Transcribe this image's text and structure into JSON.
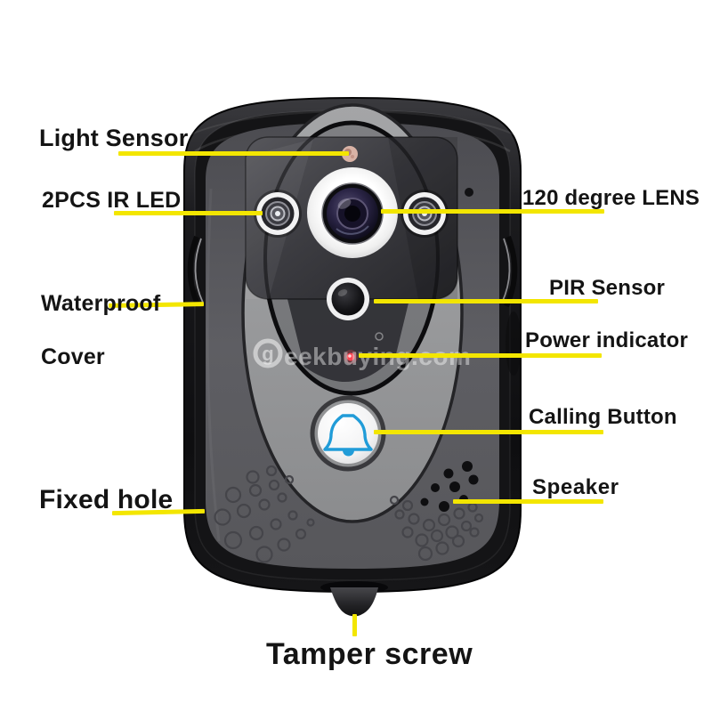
{
  "figure": {
    "background_color": "#ffffff",
    "leader_line_color": "#f3e600",
    "label_color": "#141414"
  },
  "labels": {
    "light_sensor": {
      "text": "Light Sensor"
    },
    "ir_led": {
      "text": "2PCS IR LED"
    },
    "waterproof_cover": {
      "line1": "Waterproof",
      "line2": "Cover"
    },
    "fixed_hole": {
      "text": "Fixed hole"
    },
    "lens": {
      "text": "120 degree LENS"
    },
    "pir_sensor": {
      "text": "PIR Sensor"
    },
    "power_indicator": {
      "text": "Power indicator"
    },
    "calling_button": {
      "text": "Calling Button"
    },
    "speaker": {
      "text": "Speaker"
    },
    "tamper_screw": {
      "text": "Tamper screw"
    }
  },
  "device": {
    "watermark": {
      "text": "geekbuying.com",
      "logo_letter": "g",
      "rest": "eekbuying.com"
    },
    "bell_icon_color": "#219cd8",
    "power_led_color": "#ff4652"
  }
}
